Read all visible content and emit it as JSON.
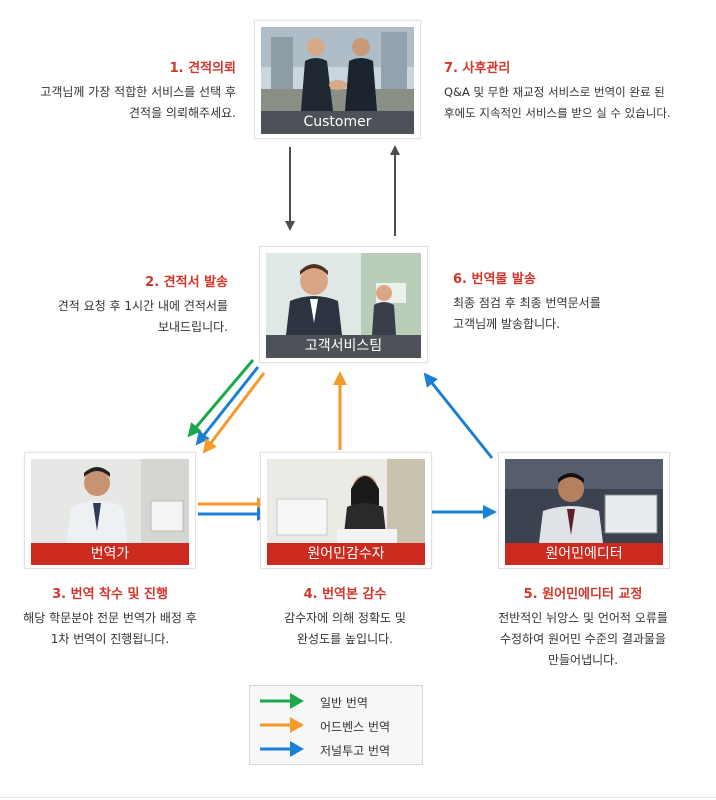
{
  "nodes": {
    "customer": "Customer",
    "cs_team": "고객서비스팀",
    "translator": "번역가",
    "native_reviewer": "원어민감수자",
    "native_editor": "원어민에디터"
  },
  "steps": {
    "s1": {
      "title": "1. 견적의뢰",
      "lines": [
        "고객님께 가장 적합한  서비스를 선택 후",
        "견적을 의뢰해주세요."
      ]
    },
    "s2": {
      "title": "2. 견적서 발송",
      "lines": [
        "견적 요청 후 1시간 내에 견적서를",
        "보내드립니다."
      ]
    },
    "s3": {
      "title": "3. 번역 착수 및 진행",
      "lines": [
        "해당 학문분야 전문 번역가 배정 후",
        "1차 번역이 진행됩니다."
      ]
    },
    "s4": {
      "title": "4. 번역본 감수",
      "lines": [
        "감수자에 의해 정확도 및",
        "완성도를 높입니다."
      ]
    },
    "s5": {
      "title": "5. 원어민에디터 교정",
      "lines": [
        "전반적인 뉘앙스 및 언어적 오류를",
        "수정하여 원어민 수준의 결과물을",
        "만들어냅니다."
      ]
    },
    "s6": {
      "title": "6. 번역물 발송",
      "lines": [
        "최종 점검 후 최종 번역문서를",
        "고객님께 발송합니다."
      ]
    },
    "s7": {
      "title": "7. 사후관리",
      "lines": [
        "Q&A 및 무한 재교정 서비스로 번역이 완료 된",
        "후에도 지속적인 서비스를 받으 실 수 있습니다."
      ]
    }
  },
  "legend": {
    "general": "일반 번역",
    "audience": "어드벤스 번역",
    "journal": "저널투고 번역"
  },
  "colors": {
    "green": "#1aa84a",
    "orange": "#f39a2b",
    "blue": "#1b7fd6",
    "gray": "#4d4d4d",
    "red": "#cc2a1f"
  }
}
